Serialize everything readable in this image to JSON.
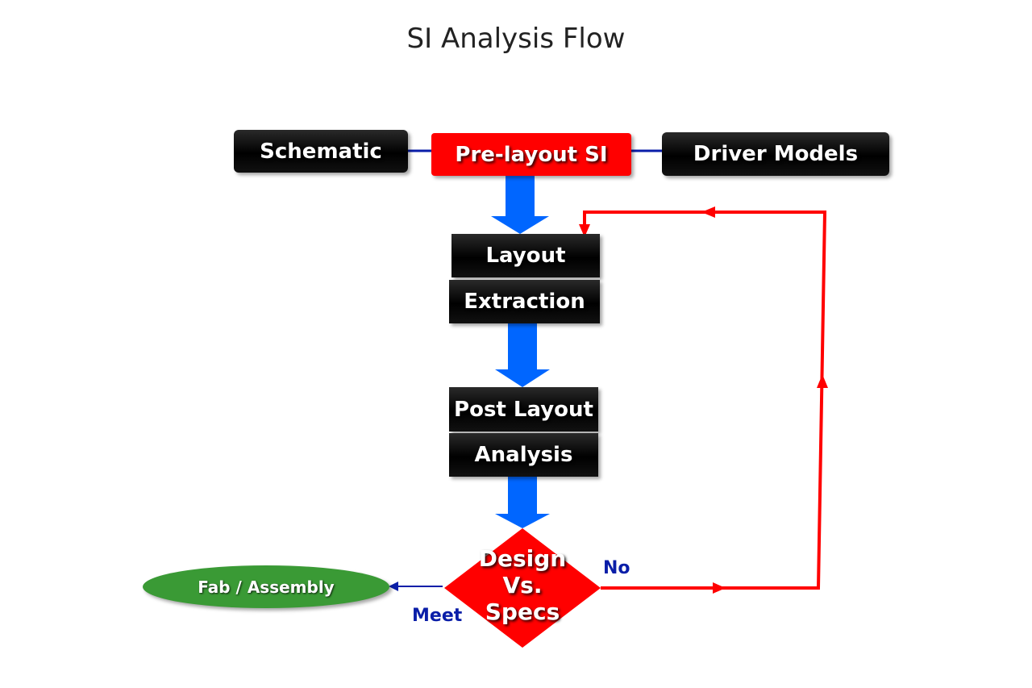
{
  "title": "SI Analysis Flow",
  "nodes": {
    "schematic": "Schematic",
    "pre_layout": "Pre-layout SI",
    "driver_models": "Driver Models",
    "layout": "Layout",
    "extraction": "Extraction",
    "post_layout": "Post Layout",
    "analysis": "Analysis",
    "decision": [
      "Design",
      "Vs.",
      "Specs"
    ],
    "fab": "Fab / Assembly"
  },
  "edge_labels": {
    "no": "No",
    "meet": "Meet"
  },
  "colors": {
    "node_black": "#000000",
    "pre_layout_red": "#ff0000",
    "decision_red": "#ff0000",
    "fab_green": "#3a9a35",
    "flow_arrow_blue": "#0066ff",
    "connector_blue": "#0a1ea8",
    "feedback_red": "#ff0000",
    "label_blue": "#0a1ea8"
  }
}
